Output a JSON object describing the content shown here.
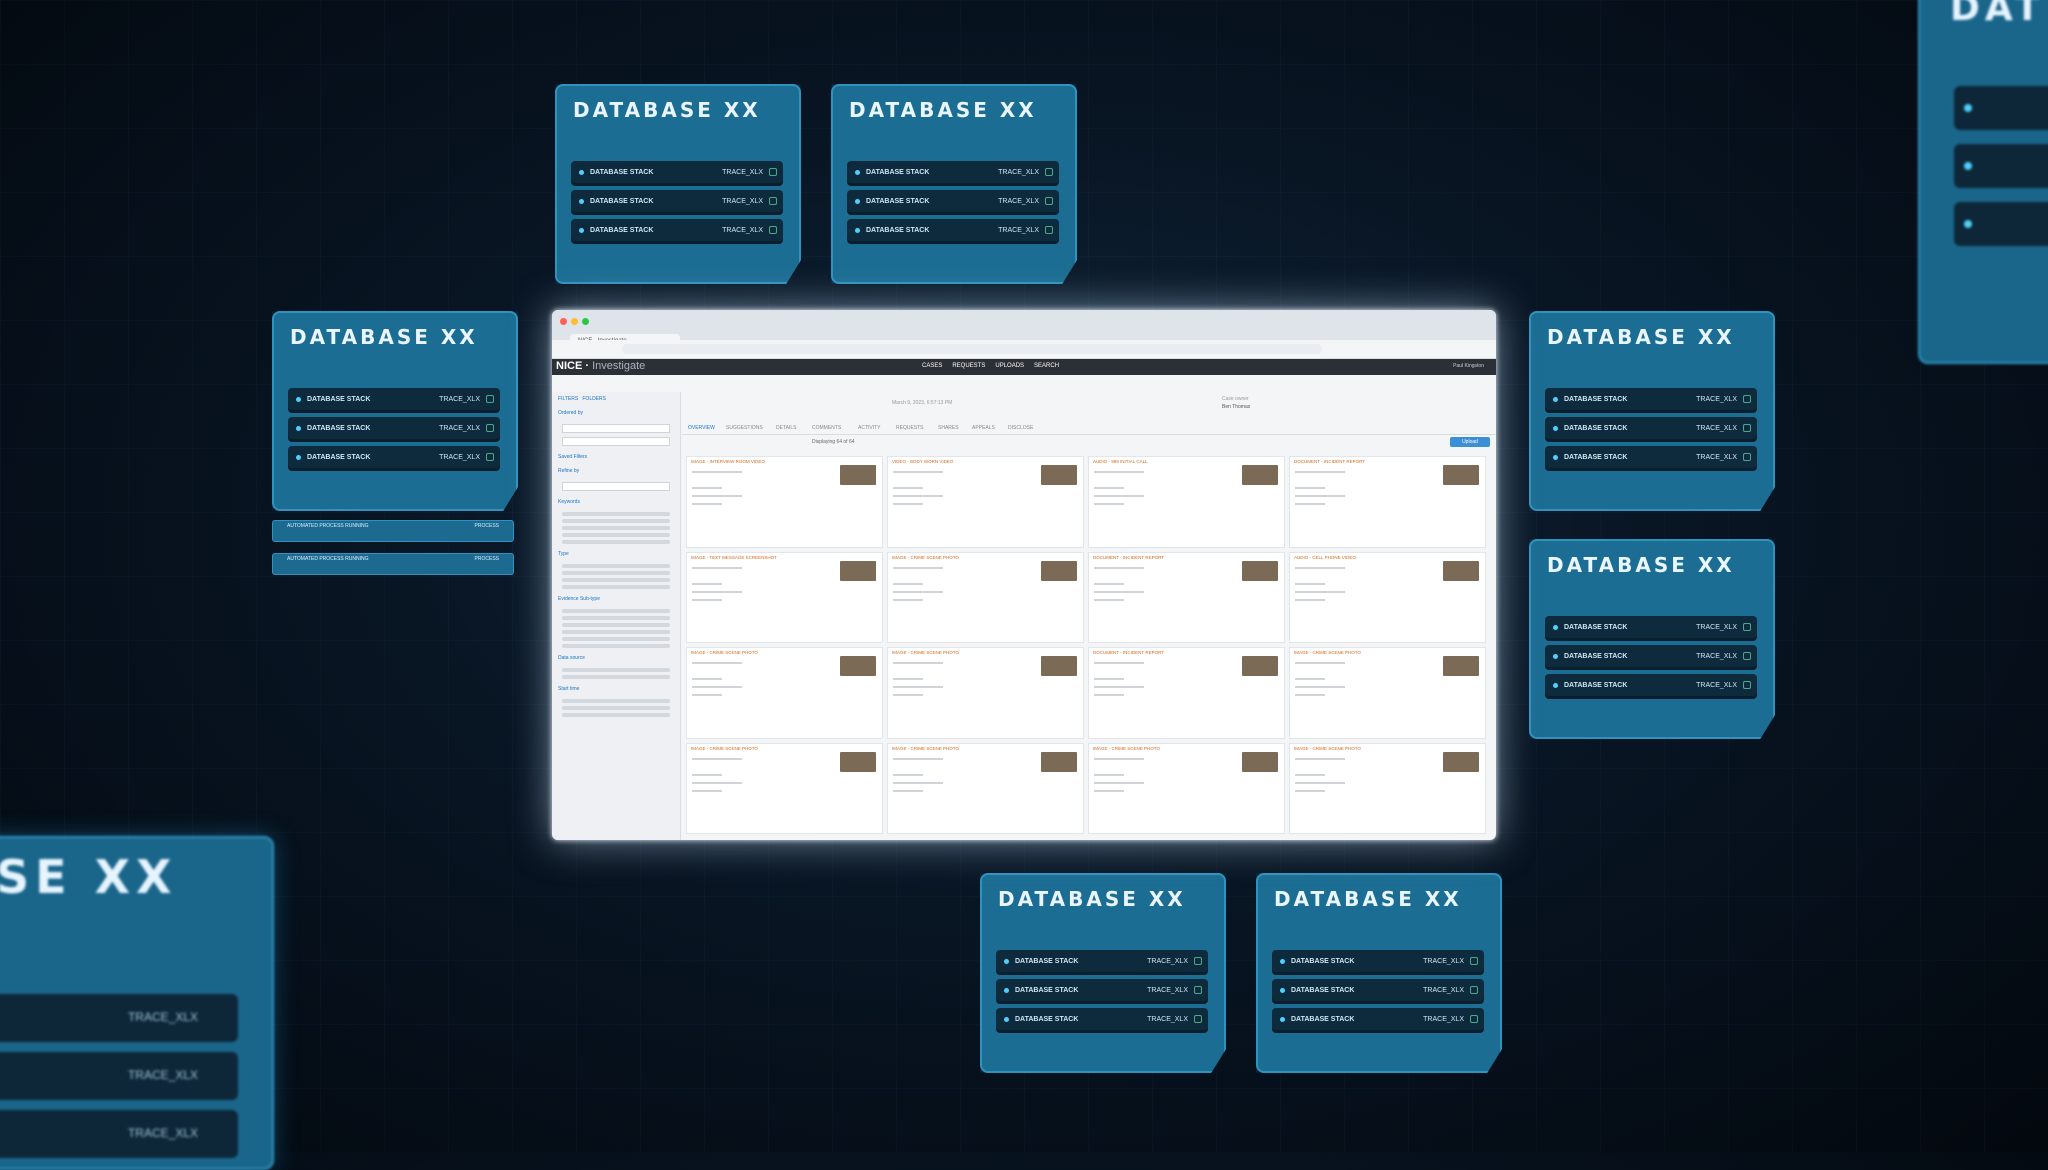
{
  "cards": [
    {
      "title": "DATABASE XX",
      "rows": [
        {
          "label": "DATABASE STACK",
          "value": "TRACE_XLX"
        },
        {
          "label": "DATABASE STACK",
          "value": "TRACE_XLX"
        },
        {
          "label": "DATABASE STACK",
          "value": "TRACE_XLX"
        }
      ]
    },
    {
      "title": "DATABASE XX",
      "rows": [
        {
          "label": "DATABASE STACK",
          "value": "TRACE_XLX"
        },
        {
          "label": "DATABASE STACK",
          "value": "TRACE_XLX"
        },
        {
          "label": "DATABASE STACK",
          "value": "TRACE_XLX"
        }
      ]
    },
    {
      "title": "DATABASE XX",
      "rows": [
        {
          "label": "DATABASE STACK",
          "value": "TRACE_XLX"
        },
        {
          "label": "DATABASE STACK",
          "value": "TRACE_XLX"
        },
        {
          "label": "DATABASE STACK",
          "value": "TRACE_XLX"
        }
      ]
    },
    {
      "title": "DATABASE XX",
      "rows": [
        {
          "label": "DATABASE STACK",
          "value": "TRACE_XLX"
        },
        {
          "label": "DATABASE STACK",
          "value": "TRACE_XLX"
        },
        {
          "label": "DATABASE STACK",
          "value": "TRACE_XLX"
        }
      ]
    },
    {
      "title": "DATABASE XX",
      "rows": [
        {
          "label": "DATABASE STACK",
          "value": "TRACE_XLX"
        },
        {
          "label": "DATABASE STACK",
          "value": "TRACE_XLX"
        },
        {
          "label": "DATABASE STACK",
          "value": "TRACE_XLX"
        }
      ]
    },
    {
      "title": "DATABASE XX",
      "rows": [
        {
          "label": "DATABASE STACK",
          "value": "TRACE_XLX"
        },
        {
          "label": "DATABASE STACK",
          "value": "TRACE_XLX"
        },
        {
          "label": "DATABASE STACK",
          "value": "TRACE_XLX"
        }
      ]
    },
    {
      "title": "DATABASE XX",
      "rows": [
        {
          "label": "DATABASE STACK",
          "value": "TRACE_XLX"
        },
        {
          "label": "DATABASE STACK",
          "value": "TRACE_XLX"
        },
        {
          "label": "DATABASE STACK",
          "value": "TRACE_XLX"
        }
      ]
    }
  ],
  "mini_bars": [
    {
      "label": "AUTOMATED PROCESS RUNNING",
      "value": "PROCESS"
    },
    {
      "label": "AUTOMATED PROCESS RUNNING",
      "value": "PROCESS"
    }
  ],
  "big_card": {
    "title": "SE XX",
    "rows": [
      "TRACE_XLX",
      "TRACE_XLX",
      "TRACE_XLX"
    ]
  },
  "corner_card": {
    "title": "DAT"
  },
  "browser": {
    "tab_title": "NICE - Investigate",
    "brand": "NICE",
    "brand_suffix": "Investigate",
    "nav": [
      "CASES",
      "REQUESTS",
      "UPLOADS",
      "SEARCH"
    ],
    "user": "Paul Kingston",
    "side_tabs": [
      "FILTERS",
      "FOLDERS"
    ],
    "side_headers": [
      "Ordered by",
      "Saved Filters",
      "Refine by",
      "Keywords",
      "Type",
      "Evidence Sub-type",
      "Data source",
      "Start time"
    ],
    "main_tabs": [
      "OVERVIEW",
      "SUGGESTIONS",
      "DETAILS",
      "COMMENTS",
      "ACTIVITY",
      "REQUESTS",
      "SHARES",
      "APPEALS",
      "DISCLOSE"
    ],
    "displaying": "Displaying 64 of 64",
    "upload": "Upload",
    "case_owner_label": "Case owner",
    "case_owner": "Ben Thomas",
    "start_date_label": "March 9, 2023, 6:57:13 PM",
    "tiles": [
      "IMAGE - INTERVIEW ROOM VIDEO",
      "VIDEO - BODY WORN VIDEO",
      "AUDIO - 999 INITIAL CALL",
      "DOCUMENT - INCIDENT REPORT",
      "IMAGE - TEXT MESSAGE SCREENSHOT",
      "IMAGE - CRIME SCENE PHOTO",
      "DOCUMENT - INCIDENT REPORT",
      "AUDIO - CELL PHONE VIDEO",
      "IMAGE - CRIME SCENE PHOTO",
      "IMAGE - CRIME SCENE PHOTO",
      "DOCUMENT - INCIDENT REPORT",
      "IMAGE - CRIME SCENE PHOTO",
      "IMAGE - CRIME SCENE PHOTO",
      "IMAGE - CRIME SCENE PHOTO",
      "IMAGE - CRIME SCENE PHOTO",
      "IMAGE - CRIME SCENE PHOTO"
    ]
  }
}
